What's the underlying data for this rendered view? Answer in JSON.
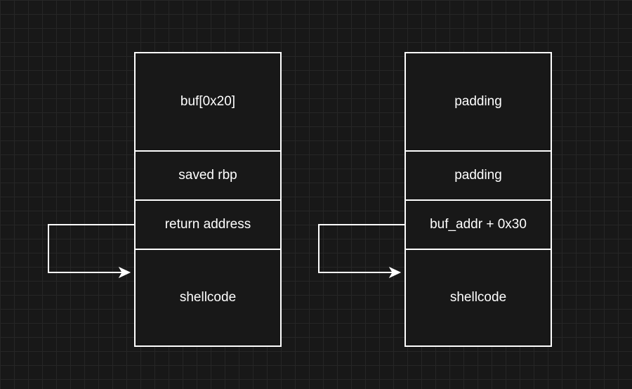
{
  "colors": {
    "background": "#181818",
    "grid": "#262626",
    "stroke": "#ffffff",
    "text": "#ffffff"
  },
  "stacks": [
    {
      "cells": [
        "buf[0x20]",
        "saved rbp",
        "return address",
        "shellcode"
      ]
    },
    {
      "cells": [
        "padding",
        "padding",
        "buf_addr + 0x30",
        "shellcode"
      ]
    }
  ]
}
